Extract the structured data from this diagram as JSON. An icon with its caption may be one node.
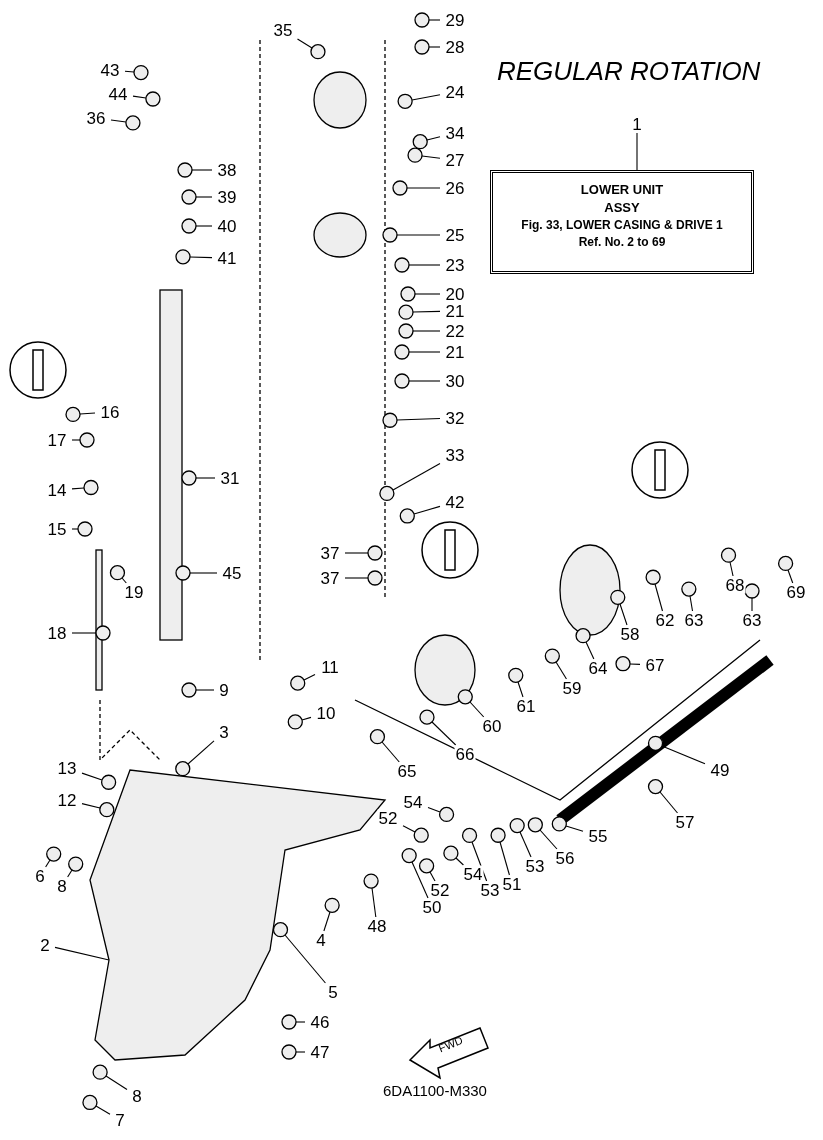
{
  "diagram": {
    "title": "REGULAR ROTATION",
    "nodes": [
      {
        "text": [
          "29"
        ]
      },
      {
        "text": [
          "35"
        ]
      },
      {
        "text": [
          "28"
        ]
      },
      {
        "text": [
          "43"
        ]
      },
      {
        "text": [
          "24"
        ]
      },
      {
        "text": [
          "44"
        ]
      },
      {
        "text": [
          "36"
        ]
      },
      {
        "text": [
          "1"
        ]
      },
      {
        "text": [
          "LOWER UNIT",
          "ASSY",
          "Fig. 33, LOWER CASING & DRIVE 1",
          "Ref. No. 2 to 69"
        ]
      },
      {
        "text": [
          "34"
        ]
      },
      {
        "text": [
          "27"
        ]
      },
      {
        "text": [
          "38"
        ]
      },
      {
        "text": [
          "26"
        ]
      },
      {
        "text": [
          "39"
        ]
      },
      {
        "text": [
          "40"
        ]
      },
      {
        "text": [
          "25"
        ]
      },
      {
        "text": [
          "41"
        ]
      },
      {
        "text": [
          "23"
        ]
      },
      {
        "text": [
          "20"
        ]
      },
      {
        "text": [
          "21"
        ]
      },
      {
        "text": [
          "22"
        ]
      },
      {
        "text": [
          "21"
        ]
      },
      {
        "text": [
          "30"
        ]
      },
      {
        "text": [
          "16"
        ]
      },
      {
        "text": [
          "32"
        ]
      },
      {
        "text": [
          "17"
        ]
      },
      {
        "text": [
          "33"
        ]
      },
      {
        "text": [
          "31"
        ]
      },
      {
        "text": [
          "14"
        ]
      },
      {
        "text": [
          "42"
        ]
      },
      {
        "text": [
          "15"
        ]
      },
      {
        "text": [
          "37"
        ]
      },
      {
        "text": [
          "45"
        ]
      },
      {
        "text": [
          "37"
        ]
      },
      {
        "text": [
          "19"
        ]
      },
      {
        "text": [
          "69"
        ]
      },
      {
        "text": [
          "68"
        ]
      },
      {
        "text": [
          "63"
        ]
      },
      {
        "text": [
          "63"
        ]
      },
      {
        "text": [
          "62"
        ]
      },
      {
        "text": [
          "18"
        ]
      },
      {
        "text": [
          "58"
        ]
      },
      {
        "text": [
          "67"
        ]
      },
      {
        "text": [
          "11"
        ]
      },
      {
        "text": [
          "64"
        ]
      },
      {
        "text": [
          "59"
        ]
      },
      {
        "text": [
          "9"
        ]
      },
      {
        "text": [
          "61"
        ]
      },
      {
        "text": [
          "10"
        ]
      },
      {
        "text": [
          "60"
        ]
      },
      {
        "text": [
          "3"
        ]
      },
      {
        "text": [
          "66"
        ]
      },
      {
        "text": [
          "13"
        ]
      },
      {
        "text": [
          "65"
        ]
      },
      {
        "text": [
          "49"
        ]
      },
      {
        "text": [
          "12"
        ]
      },
      {
        "text": [
          "54"
        ]
      },
      {
        "text": [
          "52"
        ]
      },
      {
        "text": [
          "57"
        ]
      },
      {
        "text": [
          "55"
        ]
      },
      {
        "text": [
          "56"
        ]
      },
      {
        "text": [
          "53"
        ]
      },
      {
        "text": [
          "6"
        ]
      },
      {
        "text": [
          "51"
        ]
      },
      {
        "text": [
          "54"
        ]
      },
      {
        "text": [
          "8"
        ]
      },
      {
        "text": [
          "52"
        ]
      },
      {
        "text": [
          "53"
        ]
      },
      {
        "text": [
          "50"
        ]
      },
      {
        "text": [
          "48"
        ]
      },
      {
        "text": [
          "4"
        ]
      },
      {
        "text": [
          "2"
        ]
      },
      {
        "text": [
          "5"
        ]
      },
      {
        "text": [
          "46"
        ]
      },
      {
        "text": [
          "47"
        ]
      },
      {
        "text": [
          "8"
        ]
      },
      {
        "text": [
          "7"
        ]
      },
      {
        "text": [],
        "shape": "circle"
      },
      {
        "text": [],
        "shape": "circle"
      },
      {
        "text": [],
        "shape": "circle"
      },
      {
        "text": [],
        "shape": "circle"
      },
      {
        "text": [],
        "shape": "circle"
      },
      {
        "text": [],
        "shape": "circle"
      },
      {
        "text": [],
        "shape": "circle"
      },
      {
        "text": [],
        "shape": "circle"
      },
      {
        "text": [],
        "shape": "circle"
      },
      {
        "text": [],
        "shape": "circle"
      },
      {
        "text": [],
        "shape": "circle"
      },
      {
        "text": [],
        "shape": "circle"
      },
      {
        "text": [],
        "shape": "circle"
      },
      {
        "text": [],
        "shape": "circle"
      },
      {
        "text": [],
        "shape": "circle"
      },
      {
        "text": [],
        "shape": "circle"
      },
      {
        "text": [],
        "shape": "circle"
      },
      {
        "text": [],
        "shape": "circle"
      },
      {
        "text": [],
        "shape": "circle"
      },
      {
        "text": [],
        "shape": "circle"
      },
      {
        "text": [],
        "shape": "circle"
      },
      {
        "text": [],
        "shape": "circle"
      },
      {
        "text": [],
        "shape": "circle"
      },
      {
        "text": [],
        "shape": "circle"
      },
      {
        "text": [],
        "shape": "circle"
      },
      {
        "text": [],
        "shape": "circle"
      },
      {
        "text": [],
        "shape": "circle"
      },
      {
        "text": [],
        "shape": "circle"
      },
      {
        "text": [],
        "shape": "circle"
      },
      {
        "text": [],
        "shape": "circle"
      },
      {
        "text": [],
        "shape": "circle"
      },
      {
        "text": [],
        "shape": "circle"
      },
      {
        "text": [],
        "shape": "circle"
      },
      {
        "text": [],
        "shape": "circle"
      },
      {
        "text": [],
        "shape": "circle"
      },
      {
        "text": [],
        "shape": "circle"
      },
      {
        "text": [],
        "shape": "circle"
      },
      {
        "text": [],
        "shape": "circle"
      },
      {
        "text": [],
        "shape": "circle"
      },
      {
        "text": [],
        "shape": "circle"
      },
      {
        "text": [],
        "shape": "circle"
      },
      {
        "text": [],
        "shape": "circle"
      },
      {
        "text": [],
        "shape": "circle"
      },
      {
        "text": [],
        "shape": "circle"
      },
      {
        "text": [],
        "shape": "circle"
      },
      {
        "text": [],
        "shape": "circle"
      },
      {
        "text": [],
        "shape": "circle"
      },
      {
        "text": [],
        "shape": "circle"
      },
      {
        "text": [],
        "shape": "circle"
      },
      {
        "text": [],
        "shape": "circle"
      },
      {
        "text": [],
        "shape": "circle"
      },
      {
        "text": [],
        "shape": "circle"
      },
      {
        "text": [],
        "shape": "circle"
      },
      {
        "text": [],
        "shape": "circle"
      },
      {
        "text": [],
        "shape": "circle"
      },
      {
        "text": [],
        "shape": "circle"
      },
      {
        "text": [],
        "shape": "circle"
      },
      {
        "text": [],
        "shape": "circle"
      },
      {
        "text": [],
        "shape": "circle"
      },
      {
        "text": [],
        "shape": "circle"
      },
      {
        "text": [],
        "shape": "circle"
      },
      {
        "text": [],
        "shape": "circle"
      },
      {
        "text": [],
        "shape": "circle"
      },
      {
        "text": [],
        "shape": "circle"
      },
      {
        "text": [],
        "shape": "circle"
      },
      {
        "text": [],
        "shape": "circle"
      },
      {
        "text": [],
        "shape": "circle"
      },
      {
        "text": [],
        "shape": "circle"
      },
      {
        "text": [],
        "shape": "circle"
      },
      {
        "text": [],
        "shape": "picture"
      },
      {
        "text": [],
        "shape": "circle"
      },
      {
        "text": [],
        "shape": "circle"
      },
      {
        "text": [],
        "shape": "circle"
      },
      {
        "text": [],
        "shape": "circle"
      },
      {
        "text": [],
        "shape": "circle"
      }
    ],
    "edges": [
      {
        "from": 0,
        "to": 77,
        "arrow": "none"
      },
      {
        "from": 1,
        "to": 78,
        "arrow": "none"
      },
      {
        "from": 2,
        "to": 79,
        "arrow": "none"
      },
      {
        "from": 3,
        "to": 80,
        "arrow": "none"
      },
      {
        "from": 4,
        "to": 81,
        "arrow": "none"
      },
      {
        "from": 5,
        "to": 82,
        "arrow": "none"
      },
      {
        "from": 6,
        "to": 83,
        "arrow": "none"
      },
      {
        "from": 7,
        "to": 8,
        "arrow": "none"
      },
      {
        "from": 9,
        "to": 84,
        "arrow": "none"
      },
      {
        "from": 10,
        "to": 85,
        "arrow": "none"
      },
      {
        "from": 11,
        "to": 86,
        "arrow": "none"
      },
      {
        "from": 12,
        "to": 87,
        "arrow": "none"
      },
      {
        "from": 13,
        "to": 88,
        "arrow": "none"
      },
      {
        "from": 14,
        "to": 89,
        "arrow": "none"
      },
      {
        "from": 15,
        "to": 90,
        "arrow": "none"
      },
      {
        "from": 16,
        "to": 91,
        "arrow": "none"
      },
      {
        "from": 17,
        "to": 92,
        "arrow": "none"
      },
      {
        "from": 18,
        "to": 93,
        "arrow": "none"
      },
      {
        "from": 19,
        "to": 94,
        "arrow": "none"
      },
      {
        "from": 20,
        "to": 95,
        "arrow": "none"
      },
      {
        "from": 21,
        "to": 96,
        "arrow": "none"
      },
      {
        "from": 22,
        "to": 97,
        "arrow": "none"
      },
      {
        "from": 23,
        "to": 98,
        "arrow": "none"
      },
      {
        "from": 24,
        "to": 99,
        "arrow": "none"
      },
      {
        "from": 25,
        "to": 100,
        "arrow": "none"
      },
      {
        "from": 26,
        "to": 101,
        "arrow": "none"
      },
      {
        "from": 27,
        "to": 102,
        "arrow": "none"
      },
      {
        "from": 28,
        "to": 103,
        "arrow": "none"
      },
      {
        "from": 29,
        "to": 104,
        "arrow": "none"
      },
      {
        "from": 30,
        "to": 105,
        "arrow": "none"
      },
      {
        "from": 31,
        "to": 106,
        "arrow": "none"
      },
      {
        "from": 32,
        "to": 107,
        "arrow": "none"
      },
      {
        "from": 33,
        "to": 108,
        "arrow": "none"
      },
      {
        "from": 34,
        "to": 109,
        "arrow": "none"
      },
      {
        "from": 35,
        "to": 110,
        "arrow": "none"
      },
      {
        "from": 36,
        "to": 111,
        "arrow": "none"
      },
      {
        "from": 37,
        "to": 112,
        "arrow": "none"
      },
      {
        "from": 38,
        "to": 113,
        "arrow": "none"
      },
      {
        "from": 39,
        "to": 114,
        "arrow": "none"
      },
      {
        "from": 40,
        "to": 115,
        "arrow": "none"
      },
      {
        "from": 41,
        "to": 116,
        "arrow": "none"
      },
      {
        "from": 42,
        "to": 117,
        "arrow": "none"
      },
      {
        "from": 43,
        "to": 118,
        "arrow": "none"
      },
      {
        "from": 44,
        "to": 119,
        "arrow": "none"
      },
      {
        "from": 45,
        "to": 120,
        "arrow": "none"
      },
      {
        "from": 46,
        "to": 121,
        "arrow": "none"
      },
      {
        "from": 47,
        "to": 122,
        "arrow": "none"
      },
      {
        "from": 48,
        "to": 123,
        "arrow": "none"
      },
      {
        "from": 49,
        "to": 124,
        "arrow": "none"
      },
      {
        "from": 50,
        "to": 125,
        "arrow": "none"
      },
      {
        "from": 51,
        "to": 126,
        "arrow": "none"
      },
      {
        "from": 52,
        "to": 127,
        "arrow": "none"
      },
      {
        "from": 53,
        "to": 128,
        "arrow": "none"
      },
      {
        "from": 54,
        "to": 129,
        "arrow": "none"
      },
      {
        "from": 55,
        "to": 130,
        "arrow": "none"
      },
      {
        "from": 56,
        "to": 131,
        "arrow": "none"
      },
      {
        "from": 57,
        "to": 132,
        "arrow": "none"
      },
      {
        "from": 58,
        "to": 133,
        "arrow": "none"
      },
      {
        "from": 59,
        "to": 134,
        "arrow": "none"
      },
      {
        "from": 60,
        "to": 135,
        "arrow": "none"
      },
      {
        "from": 61,
        "to": 136,
        "arrow": "none"
      },
      {
        "from": 62,
        "to": 137,
        "arrow": "none"
      },
      {
        "from": 63,
        "to": 138,
        "arrow": "none"
      },
      {
        "from": 64,
        "to": 139,
        "arrow": "none"
      },
      {
        "from": 65,
        "to": 140,
        "arrow": "none"
      },
      {
        "from": 66,
        "to": 141,
        "arrow": "none"
      },
      {
        "from": 67,
        "to": 142,
        "arrow": "none"
      },
      {
        "from": 68,
        "to": 143,
        "arrow": "none"
      },
      {
        "from": 69,
        "to": 144,
        "arrow": "none"
      },
      {
        "from": 70,
        "to": 145,
        "arrow": "none"
      },
      {
        "from": 71,
        "to": 146,
        "arrow": "none"
      },
      {
        "from": 72,
        "to": 147,
        "arrow": "none"
      },
      {
        "from": 73,
        "to": 148,
        "arrow": "none"
      },
      {
        "from": 74,
        "to": 149,
        "arrow": "none"
      },
      {
        "from": 75,
        "to": 150,
        "arrow": "none"
      },
      {
        "from": 76,
        "to": 151,
        "arrow": "none"
      }
    ],
    "labels": [
      "FWD",
      "6DA1100-M330"
    ]
  }
}
